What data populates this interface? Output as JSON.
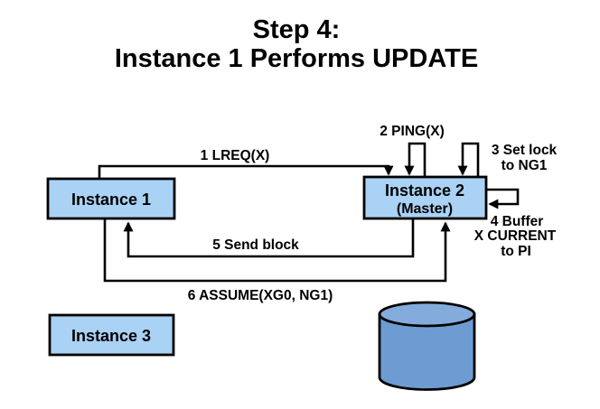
{
  "title": {
    "line1": "Step 4:",
    "line2": "Instance 1 Performs UPDATE"
  },
  "nodes": {
    "instance1": {
      "label": "Instance 1"
    },
    "instance2": {
      "label": "Instance 2",
      "sublabel": "(Master)"
    },
    "instance3": {
      "label": "Instance 3"
    },
    "database": {
      "icon": "database-cylinder"
    }
  },
  "edges": {
    "lreq": {
      "label": "1 LREQ(X)"
    },
    "ping": {
      "label": "2 PING(X)"
    },
    "setlock": {
      "line1": "3 Set lock",
      "line2": "to NG1"
    },
    "buffer": {
      "line1": "4 Buffer",
      "line2": "X CURRENT",
      "line3": "to PI"
    },
    "sendblock": {
      "label": "5 Send block"
    },
    "assume": {
      "label": "6 ASSUME(XG0, NG1)"
    }
  },
  "colors": {
    "background": "#FFFFFF",
    "text": "#000000",
    "line": "#000000",
    "box_fill": "#A9D2F4",
    "box_stroke": "#000000",
    "cylinder_body": "#6D9CD2",
    "cylinder_top": "#83ACDC"
  }
}
